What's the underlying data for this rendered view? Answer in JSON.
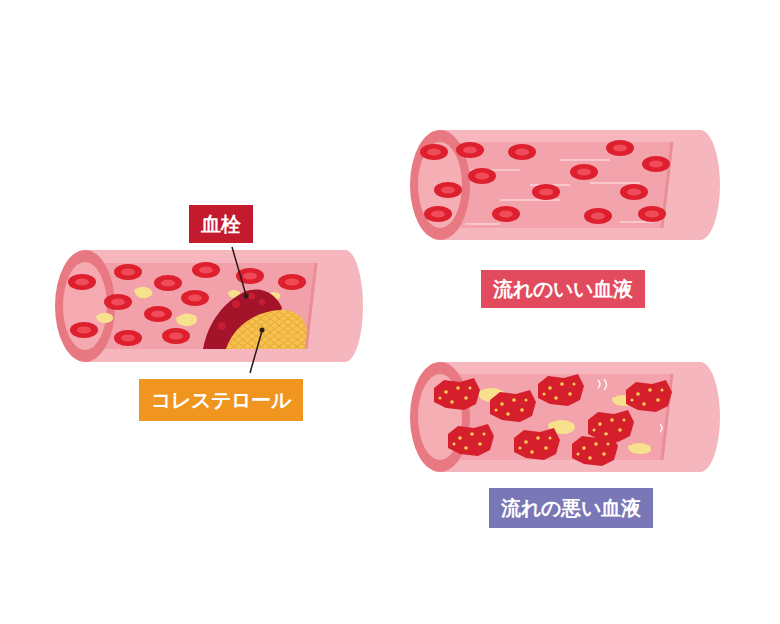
{
  "diagram": {
    "nodes": [
      {
        "text": [
          "血栓"
        ]
      },
      {
        "text": [
          "流れのいい血液"
        ]
      },
      {
        "text": [
          "コレステロール"
        ]
      },
      {
        "text": [
          "流れの悪い血液"
        ]
      }
    ]
  }
}
